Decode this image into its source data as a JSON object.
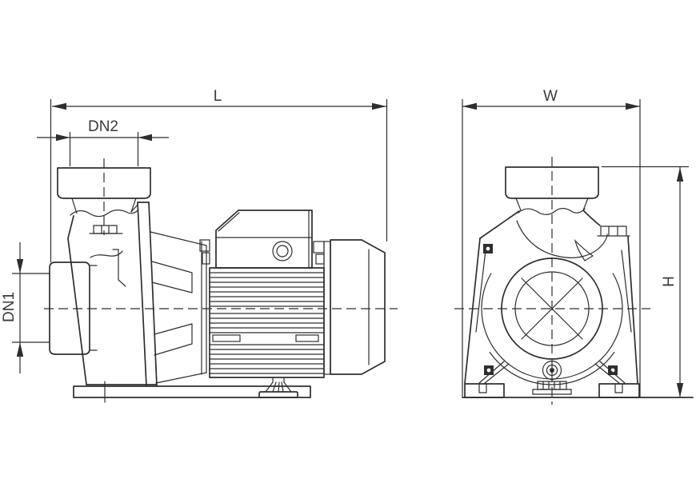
{
  "drawing": {
    "labels": {
      "overall_length": "L",
      "discharge_diameter": "DN2",
      "suction_diameter": "DN1",
      "overall_width": "W",
      "overall_height": "H"
    },
    "colors": {
      "line": "#2e2e2e",
      "background": "#ffffff",
      "text": "#3a3a3a"
    }
  }
}
